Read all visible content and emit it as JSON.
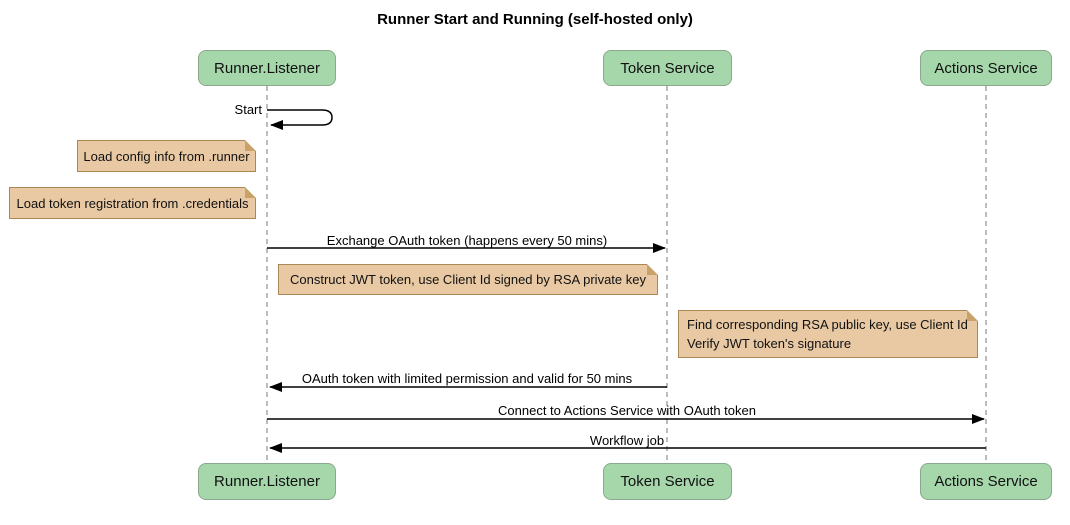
{
  "title": "Runner Start and Running (self-hosted only)",
  "participants": [
    {
      "name": "Runner.Listener"
    },
    {
      "name": "Token Service"
    },
    {
      "name": "Actions Service"
    }
  ],
  "messages": [
    {
      "label": "Start",
      "from": "Runner.Listener",
      "to": "Runner.Listener",
      "kind": "self"
    },
    {
      "label": "Exchange OAuth token (happens every 50 mins)",
      "from": "Runner.Listener",
      "to": "Token Service",
      "kind": "solid-arrow"
    },
    {
      "label": "OAuth token with limited permission and valid for 50 mins",
      "from": "Token Service",
      "to": "Runner.Listener",
      "kind": "solid-arrow"
    },
    {
      "label": "Connect to Actions Service with OAuth token",
      "from": "Runner.Listener",
      "to": "Actions Service",
      "kind": "solid-arrow"
    },
    {
      "label": "Workflow job",
      "from": "Actions Service",
      "to": "Runner.Listener",
      "kind": "solid-arrow"
    }
  ],
  "notes": [
    {
      "text": "Load config info from .runner",
      "position": "left-of-runner-listener"
    },
    {
      "text": "Load token registration from .credentials",
      "position": "left-of-runner-listener"
    },
    {
      "text": "Construct JWT token, use Client Id signed by RSA private key",
      "position": "over-runner-listener-and-token-service"
    },
    {
      "lines": [
        "Find corresponding RSA public key, use Client Id",
        "Verify JWT token's signature"
      ],
      "position": "left-of-actions-service"
    }
  ],
  "colors": {
    "participant_fill": "#a6d7ab",
    "participant_border": "#89a88c",
    "note_fill": "#e9c9a4",
    "note_border": "#ab8756",
    "lifeline": "#a6a6a6",
    "arrow": "#000000",
    "background": "#ffffff",
    "text": "#000000"
  }
}
